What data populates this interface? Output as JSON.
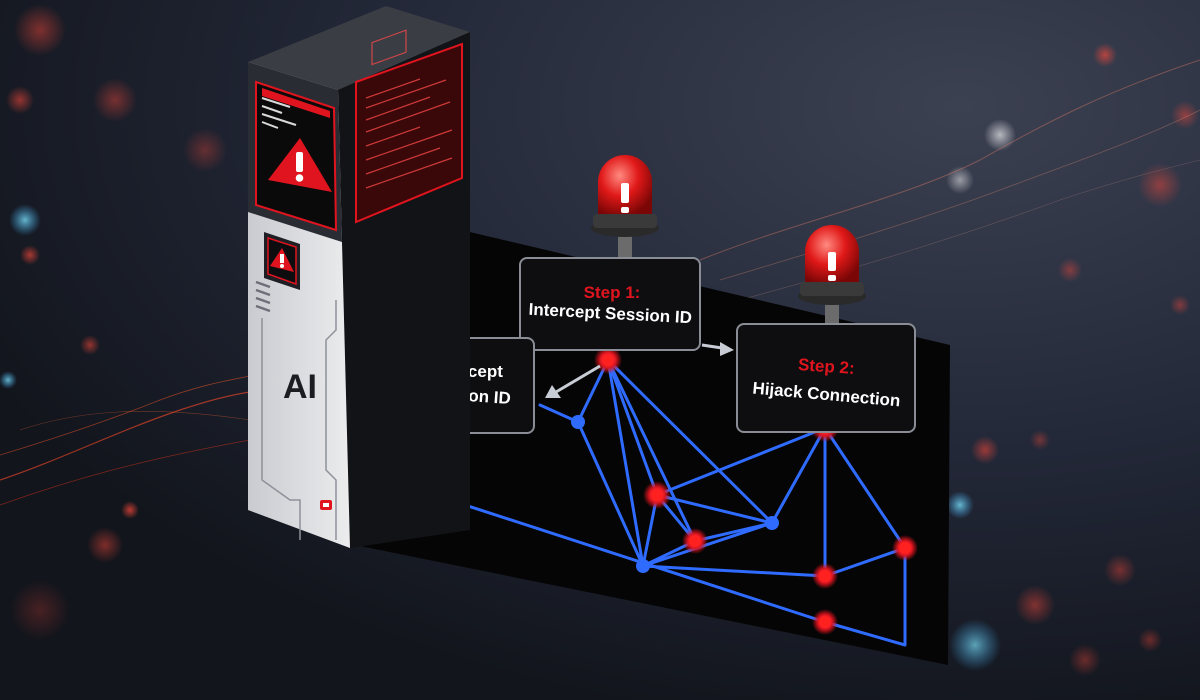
{
  "title": "AI session hijacking attack diagram",
  "server": {
    "label": "AI",
    "warning_icon": "warning-triangle-icon"
  },
  "boxes": {
    "step1": {
      "step": "Step 1:",
      "text": "Intercept Session ID"
    },
    "step2": {
      "step": "Step 2:",
      "text": "Hijack Connection"
    },
    "side": {
      "line1": "Intercept",
      "line2": "Session ID"
    }
  },
  "colors": {
    "accent_red": "#e0141e",
    "link_blue": "#2f6bff",
    "panel": "#060606",
    "server_body": "#dcdcdc",
    "background": "#1d2230"
  }
}
